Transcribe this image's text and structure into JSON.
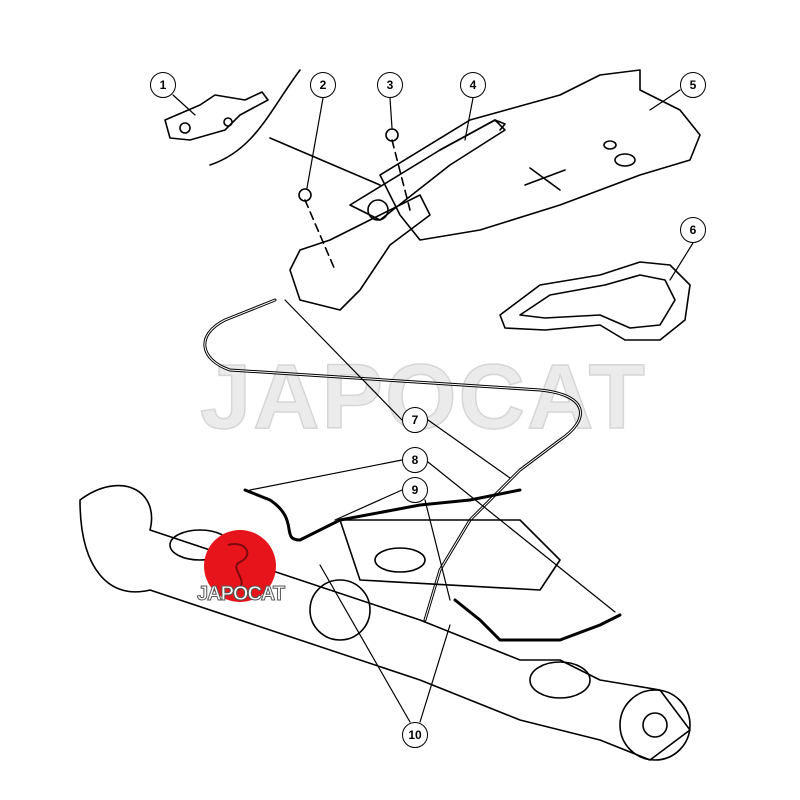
{
  "diagram": {
    "title": "Parking brake lever and cables",
    "callouts": [
      "1",
      "2",
      "3",
      "4",
      "5",
      "6",
      "7",
      "8",
      "9",
      "10"
    ],
    "watermark": "JAPOCAT",
    "logo_text": "JAPOCAT",
    "colors": {
      "line": "#000000",
      "logo": "#e8141b",
      "watermark": "#e4e4e4"
    }
  }
}
